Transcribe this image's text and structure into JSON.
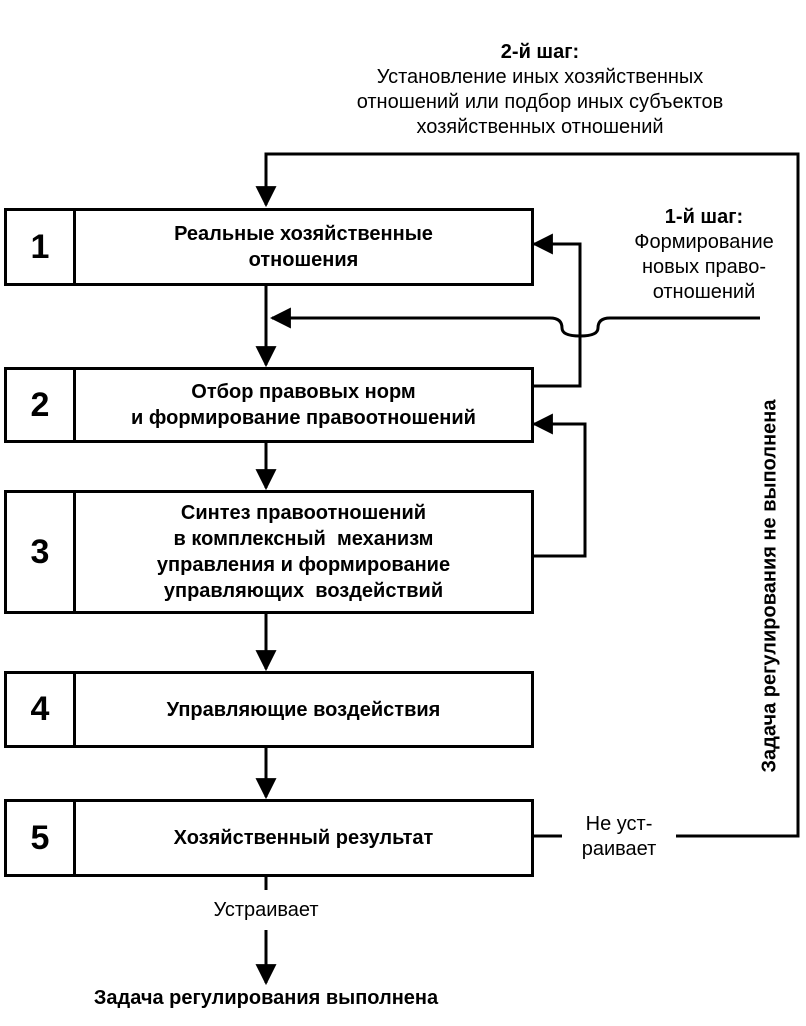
{
  "step2": {
    "title": "2-й шаг:",
    "lines": [
      "Установление иных хозяйственных",
      "отношений или подбор иных субъектов",
      "хозяйственных отношений"
    ]
  },
  "step1": {
    "title": "1-й шаг:",
    "lines": [
      "Формирование",
      "новых право-",
      "отношений"
    ]
  },
  "boxes": [
    {
      "num": "1",
      "lines": [
        "Реальные хозяйственные",
        "отношения"
      ]
    },
    {
      "num": "2",
      "lines": [
        "Отбор правовых норм",
        "и формирование правоотношений"
      ]
    },
    {
      "num": "3",
      "lines": [
        "Синтез правоотношений",
        "в комплексный  механизм",
        "управления и формирование",
        "управляющих  воздействий"
      ]
    },
    {
      "num": "4",
      "lines": [
        "Управляющие воздействия"
      ]
    },
    {
      "num": "5",
      "lines": [
        "Хозяйственный результат"
      ]
    }
  ],
  "not_ok": {
    "lines": [
      "Не уст-",
      "раивает"
    ]
  },
  "ok": "Устраивает",
  "vertical_label": "Задача регулирования не выполнена",
  "final": "Задача регулирования выполнена"
}
